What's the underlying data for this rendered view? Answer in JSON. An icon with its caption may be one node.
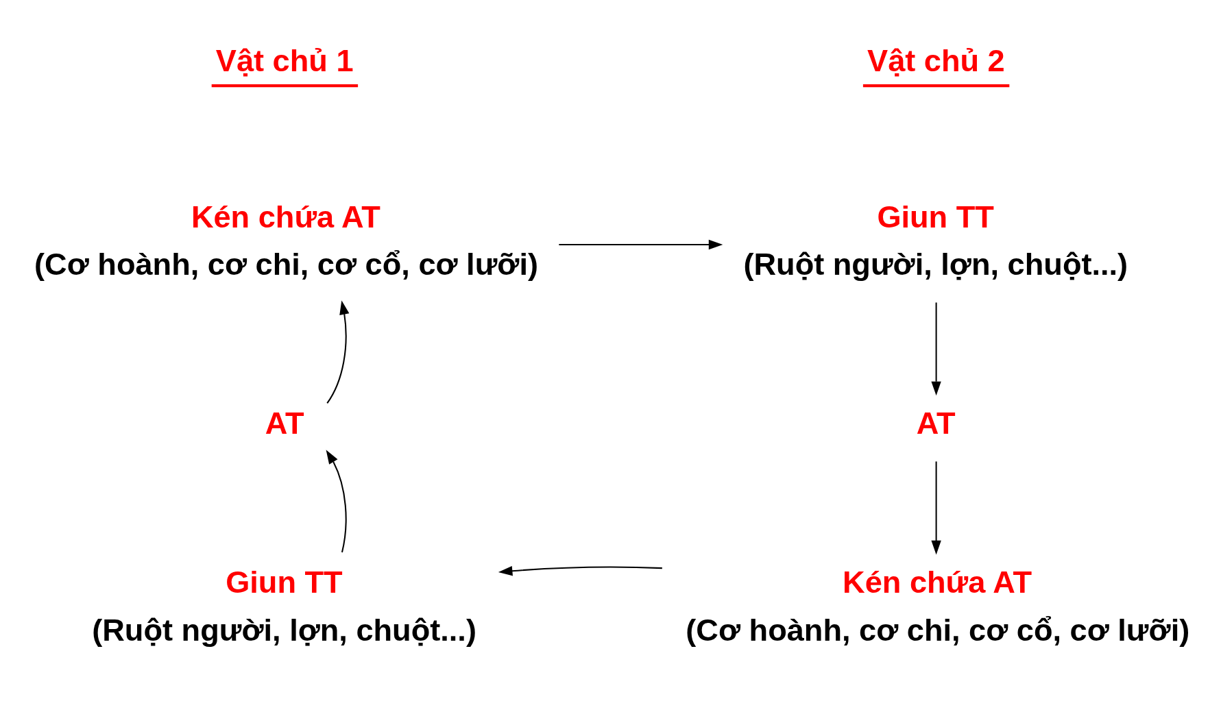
{
  "diagram": {
    "nodes": [
      {
        "text": [
          "Kén chứa AT",
          "(Cơ hoành, cơ chi, cơ cổ, cơ lưỡi)"
        ]
      },
      {
        "text": [
          "Giun TT",
          "(Ruột người, lợn, chuột...)"
        ]
      },
      {
        "text": [
          "AT"
        ]
      },
      {
        "text": [
          "Kén chứa AT",
          "(Cơ hoành, cơ chi, cơ cổ, cơ lưỡi)"
        ]
      },
      {
        "text": [
          "Giun TT",
          "(Ruột người, lợn, chuột...)"
        ]
      },
      {
        "text": [
          "AT"
        ]
      }
    ],
    "edges": [
      {
        "from": 0,
        "to": 1,
        "arrow": "to"
      },
      {
        "from": 1,
        "to": 2,
        "arrow": "to"
      },
      {
        "from": 2,
        "to": 3,
        "arrow": "to"
      },
      {
        "from": 3,
        "to": 4,
        "arrow": "to"
      },
      {
        "from": 4,
        "to": 5,
        "arrow": "to"
      },
      {
        "from": 5,
        "to": 0,
        "arrow": "to"
      }
    ],
    "labels": [
      "Vật chủ 1",
      "Vật chủ 2"
    ]
  }
}
